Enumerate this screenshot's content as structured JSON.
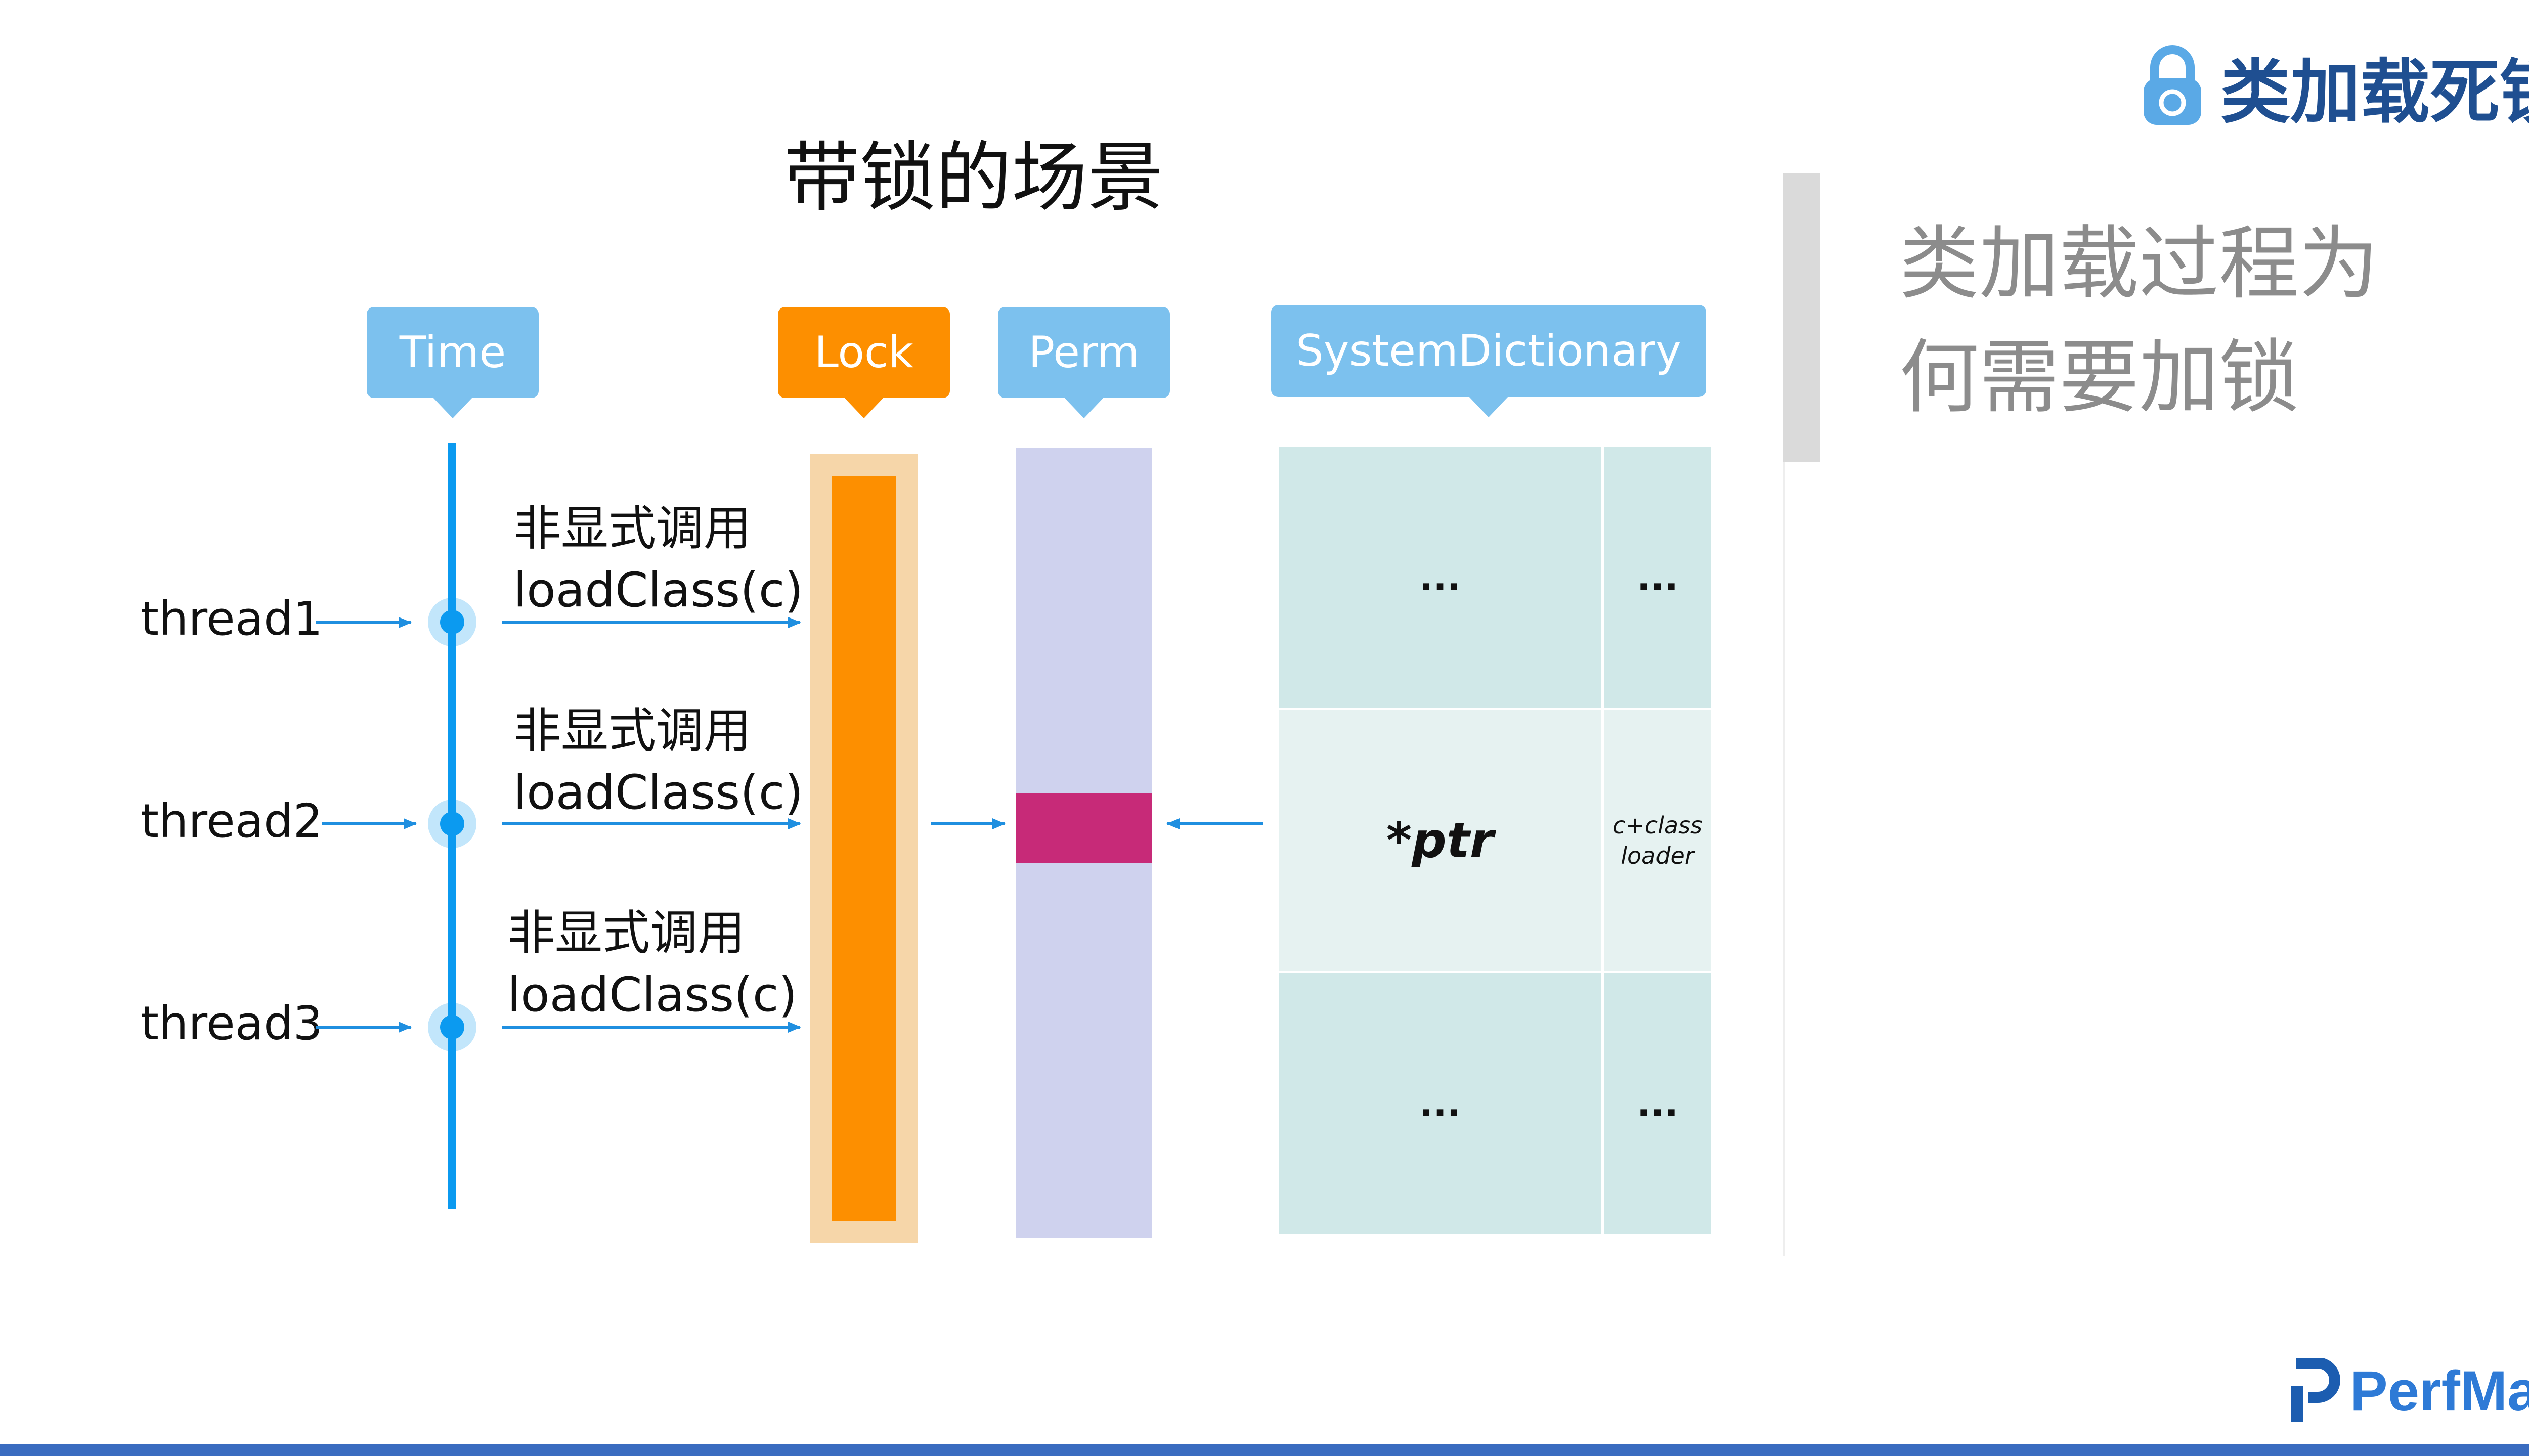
{
  "title": "带锁的场景",
  "header": {
    "brand_title": "类加载死锁",
    "icon": "lock-icon"
  },
  "side_note": {
    "line1": "类加载过程为",
    "line2": "何需要加锁"
  },
  "columns": {
    "time": "Time",
    "lock": "Lock",
    "perm": "Perm",
    "dictionary": "SystemDictionary"
  },
  "threads": [
    {
      "name": "thread1",
      "call_line1": "非显式调用",
      "call_line2": "loadClass(c)"
    },
    {
      "name": "thread2",
      "call_line1": "非显式调用",
      "call_line2": "loadClass(c)"
    },
    {
      "name": "thread3",
      "call_line1": "非显式调用",
      "call_line2": "loadClass(c)"
    }
  ],
  "dictionary_rows": [
    {
      "left": "...",
      "right": "..."
    },
    {
      "left": "*ptr",
      "right_line1": "c+class",
      "right_line2": "loader"
    },
    {
      "left": "...",
      "right": "..."
    }
  ],
  "footer": {
    "logo": "PerfMa"
  },
  "colors": {
    "accent_blue": "#0b9af0",
    "tag_blue": "#7cc1ee",
    "lock_orange": "#fd8f00",
    "lock_halo": "#f6d6a9",
    "perm_lavender": "#cfd2ee",
    "perm_highlight": "#c72a78",
    "dict_cell": "#d0e8e8",
    "dict_cell_alt": "#e6f2f1",
    "bottom_bar": "#3a6cc0"
  }
}
